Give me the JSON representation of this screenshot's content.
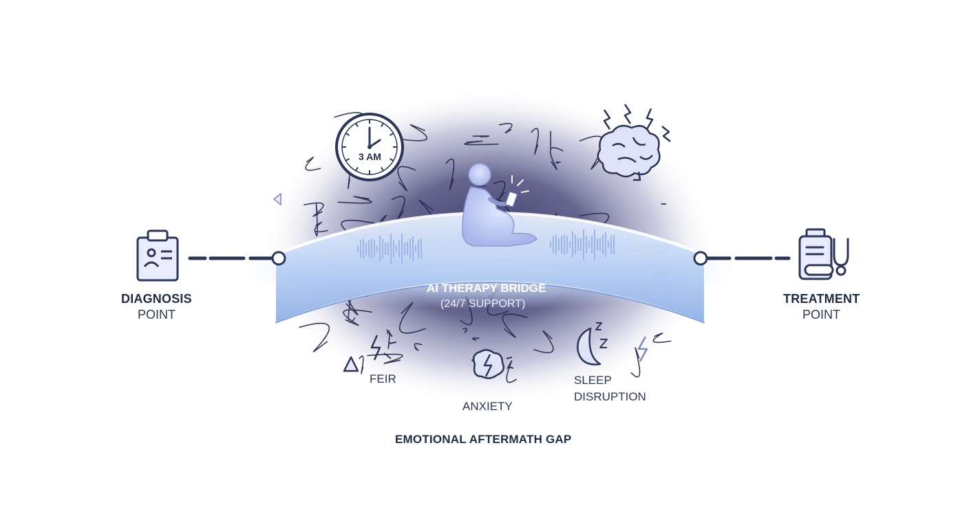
{
  "left_point": {
    "title": "DIAGNOSIS",
    "subtitle": "POINT",
    "icon": "clipboard-patient-icon"
  },
  "right_point": {
    "title": "TREATMENT",
    "subtitle": "POINT",
    "icon": "medicine-stethoscope-icon"
  },
  "bridge": {
    "title": "AI THERAPY BRIDGE",
    "subtitle": "(24/7 SUPPORT)"
  },
  "clock": {
    "label": "3 AM",
    "icon": "clock-icon"
  },
  "symptoms": [
    {
      "label": "FEIR",
      "icon": "fear-bolt-icon"
    },
    {
      "label": "ANXIETY",
      "icon": "anxiety-brain-icon"
    },
    {
      "label": "SLEEP",
      "icon": "moon-zzz-icon"
    },
    {
      "label": "DISRUPTION",
      "icon": ""
    }
  ],
  "gap_label": "EMOTIONAL AFTERMATH GAP",
  "icons": {
    "brain": "brain-lightning-icon",
    "person": "person-with-phone-icon"
  },
  "colors": {
    "ink": "#1f2a44",
    "bridge": "#a9c6f2",
    "bridge_glow": "#dfe9ff",
    "cloud": "#3e3f6e",
    "accent": "#7f86c4"
  }
}
